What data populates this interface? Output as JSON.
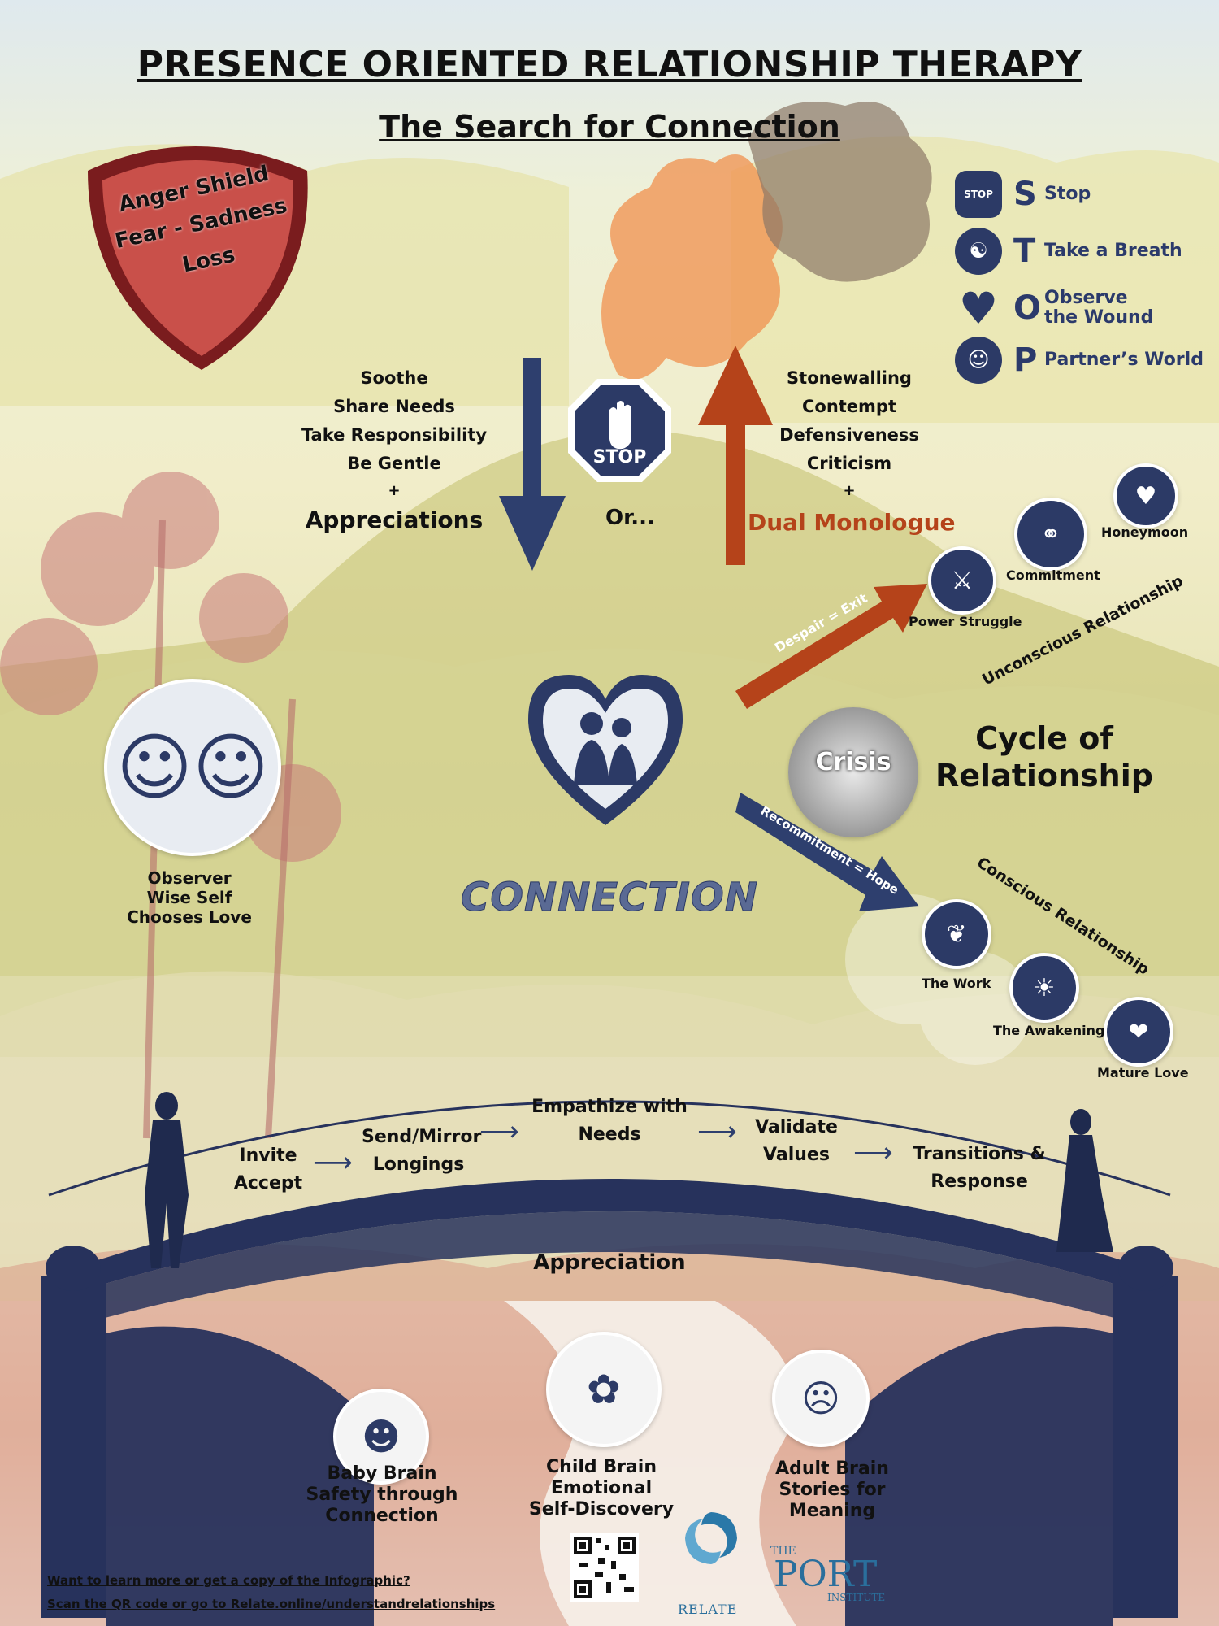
{
  "title": "PRESENCE ORIENTED RELATIONSHIP THERAPY",
  "subtitle": "The Search for Connection",
  "shield": {
    "lines": [
      "Anger Shield",
      "Fear - Sadness",
      "Loss"
    ]
  },
  "stop_acronym": [
    {
      "letter": "S",
      "label": "Stop",
      "icon": "stop-sign-icon",
      "icon_text": "STOP"
    },
    {
      "letter": "T",
      "label": "Take a Breath",
      "icon": "meditation-icon"
    },
    {
      "letter": "O",
      "label": "Observe the Wound",
      "icon": "heart-icon"
    },
    {
      "letter": "P",
      "label": "Partner’s World",
      "icon": "woman-portrait-icon"
    }
  ],
  "stop_sign": {
    "label": "STOP",
    "or": "Or..."
  },
  "down_path": {
    "items": [
      "Soothe",
      "Share Needs",
      "Take Responsibility",
      "Be Gentle"
    ],
    "plus": "+",
    "result": "Appreciations",
    "color": "#2e3f6e"
  },
  "up_path": {
    "items": [
      "Stonewalling",
      "Contempt",
      "Defensiveness",
      "Criticism"
    ],
    "plus": "+",
    "result": "Dual Monologue",
    "color": "#b5431a"
  },
  "observer": {
    "lines": [
      "Observer",
      "Wise Self",
      "Chooses Love"
    ]
  },
  "connection_label": "CONNECTION",
  "cycle": {
    "title_line1": "Cycle of",
    "title_line2": "Relationship",
    "crisis": "Crisis",
    "despair": "Despair = Exit",
    "recommitment": "Recommitment = Hope",
    "unconscious": "Unconscious Relationship",
    "conscious": "Conscious Relationship",
    "stages_unconscious": [
      "Honeymoon",
      "Commitment",
      "Power Struggle"
    ],
    "stages_conscious": [
      "The Work",
      "The Awakening",
      "Mature Love"
    ]
  },
  "bridge_flow": {
    "steps": [
      "Invite Accept",
      "Send/Mirror Longings",
      "Empathize with Needs",
      "Validate Values",
      "Transitions & Response"
    ],
    "bottom": "Appreciation"
  },
  "brains": [
    {
      "lines": [
        "Baby Brain",
        "Safety through",
        "Connection"
      ],
      "icon": "mother-baby-icon"
    },
    {
      "lines": [
        "Child Brain",
        "Emotional",
        "Self-Discovery"
      ],
      "icon": "child-play-icon"
    },
    {
      "lines": [
        "Adult Brain",
        "Stories for",
        "Meaning"
      ],
      "icon": "thinking-man-icon"
    }
  ],
  "footer": {
    "line1": "Want to learn more or get a copy of the Infographic?",
    "line2": "Scan the QR code or go to Relate.online/understandrelationships"
  },
  "logos": {
    "relate": "RELATE",
    "port_top": "THE",
    "port_main": "PORT",
    "port_bottom": "INSTITUTE"
  }
}
